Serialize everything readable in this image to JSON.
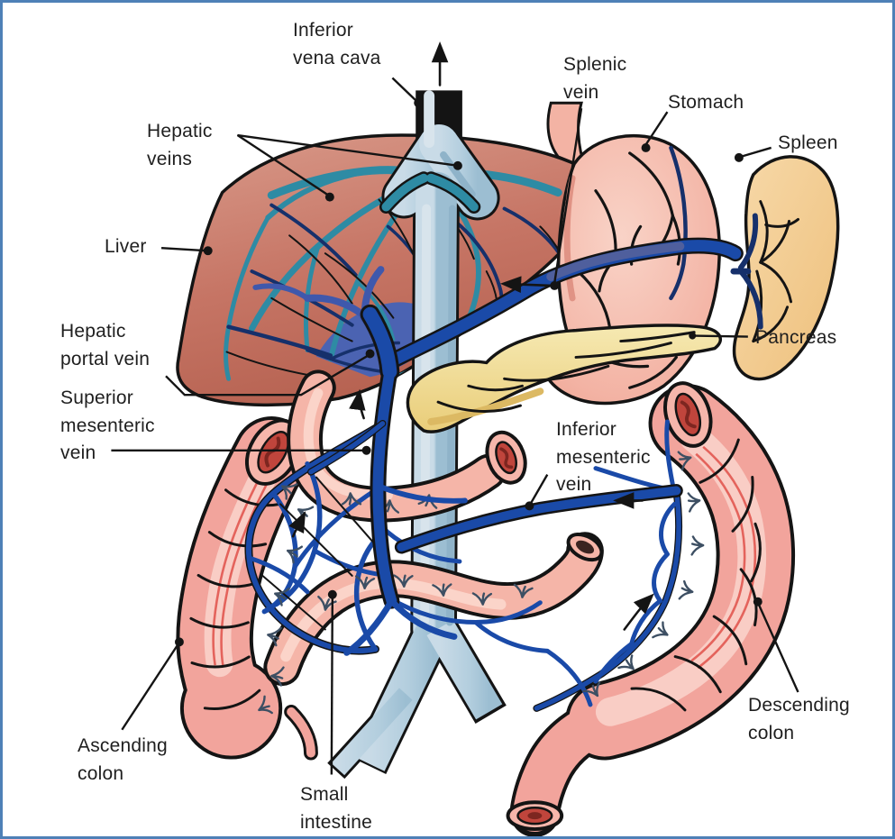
{
  "figure": {
    "type": "anatomical-diagram",
    "subject": "Hepatic portal circulation"
  },
  "labels": {
    "inferior_vena_cava": "Inferior\nvena cava",
    "splenic_vein": "Splenic\nvein",
    "stomach": "Stomach",
    "spleen": "Spleen",
    "hepatic_veins": "Hepatic\nveins",
    "liver": "Liver",
    "pancreas": "Pancreas",
    "hepatic_portal_vein": "Hepatic\nportal vein",
    "superior_mesenteric_vein": "Superior\nmesenteric\nvein",
    "inferior_mesenteric_vein": "Inferior\nmesenteric\nvein",
    "ascending_colon": "Ascending\ncolon",
    "small_intestine": "Small\nintestine",
    "descending_colon": "Descending\ncolon"
  },
  "colors": {
    "border_blue": "#4e80b7",
    "vein_blue": "#1a4aa8",
    "navy": "#16306b",
    "teal": "#2e8ba4",
    "ivc_blue": "#b3cede",
    "liver": "#c67565",
    "stomach_pink": "#f3b3a4",
    "spleen_tan": "#f4cc93",
    "pancreas_yellow": "#f2e2a0",
    "intestine_pink": "#f2a49c",
    "label_ink": "#1f1f1f"
  }
}
